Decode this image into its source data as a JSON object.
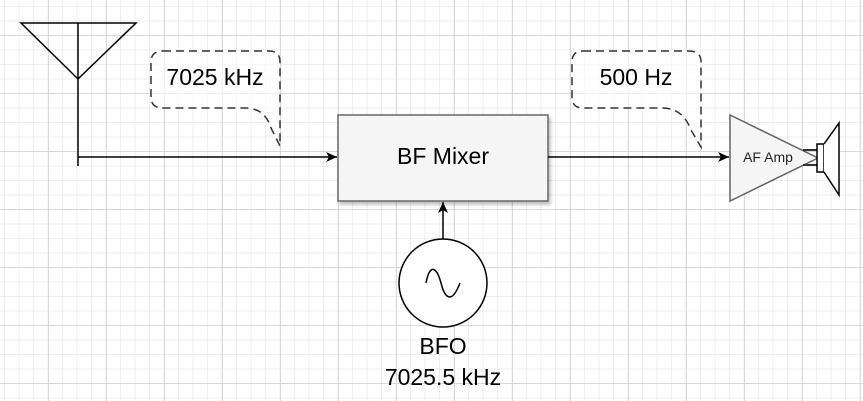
{
  "diagram": {
    "antenna": {
      "label": ""
    },
    "callouts": [
      {
        "id": "rf-callout",
        "text": "7025 kHz"
      },
      {
        "id": "af-callout",
        "text": "500 Hz"
      }
    ],
    "mixer": {
      "label": "BF Mixer"
    },
    "bfo": {
      "name": "BFO",
      "frequency": "7025.5 kHz"
    },
    "amplifier": {
      "label": "AF Amp"
    },
    "speaker": {
      "label": ""
    },
    "colors": {
      "block_fill": "#f5f5f5",
      "block_stroke": "#666666",
      "line": "#000000",
      "callout_stroke": "#333333"
    }
  }
}
